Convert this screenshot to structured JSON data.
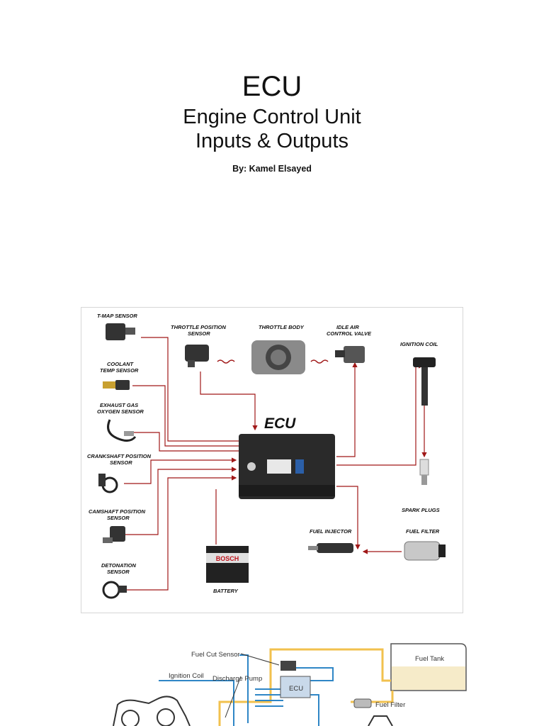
{
  "slide": {
    "title": "ECU",
    "subtitle_line1": "Engine Control Unit",
    "subtitle_line2": "Inputs & Outputs",
    "author": "By: Kamel Elsayed"
  },
  "diagram1": {
    "ecu_label": "ECU",
    "battery_brand": "BOSCH",
    "labels": {
      "tmap": [
        "T-MAP SENSOR"
      ],
      "coolant": [
        "COOLANT",
        "TEMP SENSOR"
      ],
      "exhaust": [
        "EXHAUST GAS",
        "OXYGEN SENSOR"
      ],
      "crankshaft": [
        "CRANKSHAFT POSITION",
        "SENSOR"
      ],
      "camshaft": [
        "CAMSHAFT POSITION",
        "SENSOR"
      ],
      "detonation": [
        "DETONATION",
        "SENSOR"
      ],
      "throttle_pos": [
        "THROTTLE POSITION",
        "SENSOR"
      ],
      "throttle_body": [
        "THROTTLE BODY"
      ],
      "idle_air": [
        "IDLE AIR",
        "CONTROL VALVE"
      ],
      "ignition_coil": [
        "IGNITION COIL"
      ],
      "spark_plugs": [
        "SPARK PLUGS"
      ],
      "fuel_injector": [
        "FUEL INJECTOR"
      ],
      "fuel_filter": [
        "FUEL FILTER"
      ],
      "battery": [
        "BATTERY"
      ]
    },
    "colors": {
      "wire": "#a01818",
      "component": "#333333"
    }
  },
  "diagram2": {
    "labels": {
      "fuel_cut_sensor": "Fuel Cut Sensor",
      "discharge_pump": "Discharge Pump",
      "ignition_coil": "Ignition Coil",
      "fuel_tank": "Fuel Tank",
      "fuel_filter": "Fuel Filter",
      "ecu": "ECU"
    },
    "colors": {
      "fuel_line": "#f2c14e",
      "signal_line": "#2f86c6",
      "fuel_fill": "#f6ebc9"
    }
  }
}
